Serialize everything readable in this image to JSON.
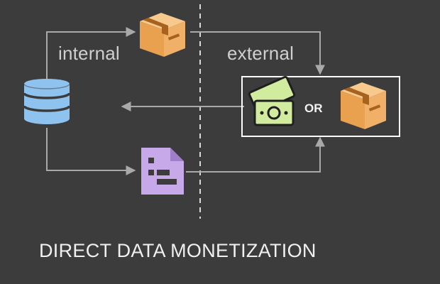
{
  "labels": {
    "internal": "internal",
    "external": "external",
    "or": "OR"
  },
  "title": "DIRECT DATA MONETIZATION",
  "icons": {
    "source": "database-icon",
    "internal_product": "product-box-icon",
    "report": "report-document-icon",
    "money": "money-cash-icon",
    "external_product": "product-box-icon"
  },
  "colors": {
    "background": "#3c3c3c",
    "connector": "#a9a9a9",
    "database": "#8fc3ef",
    "box": "#f0b068",
    "document": "#c7a9ea",
    "money": "#d2ec9f",
    "divider": "#d9d9d9"
  }
}
